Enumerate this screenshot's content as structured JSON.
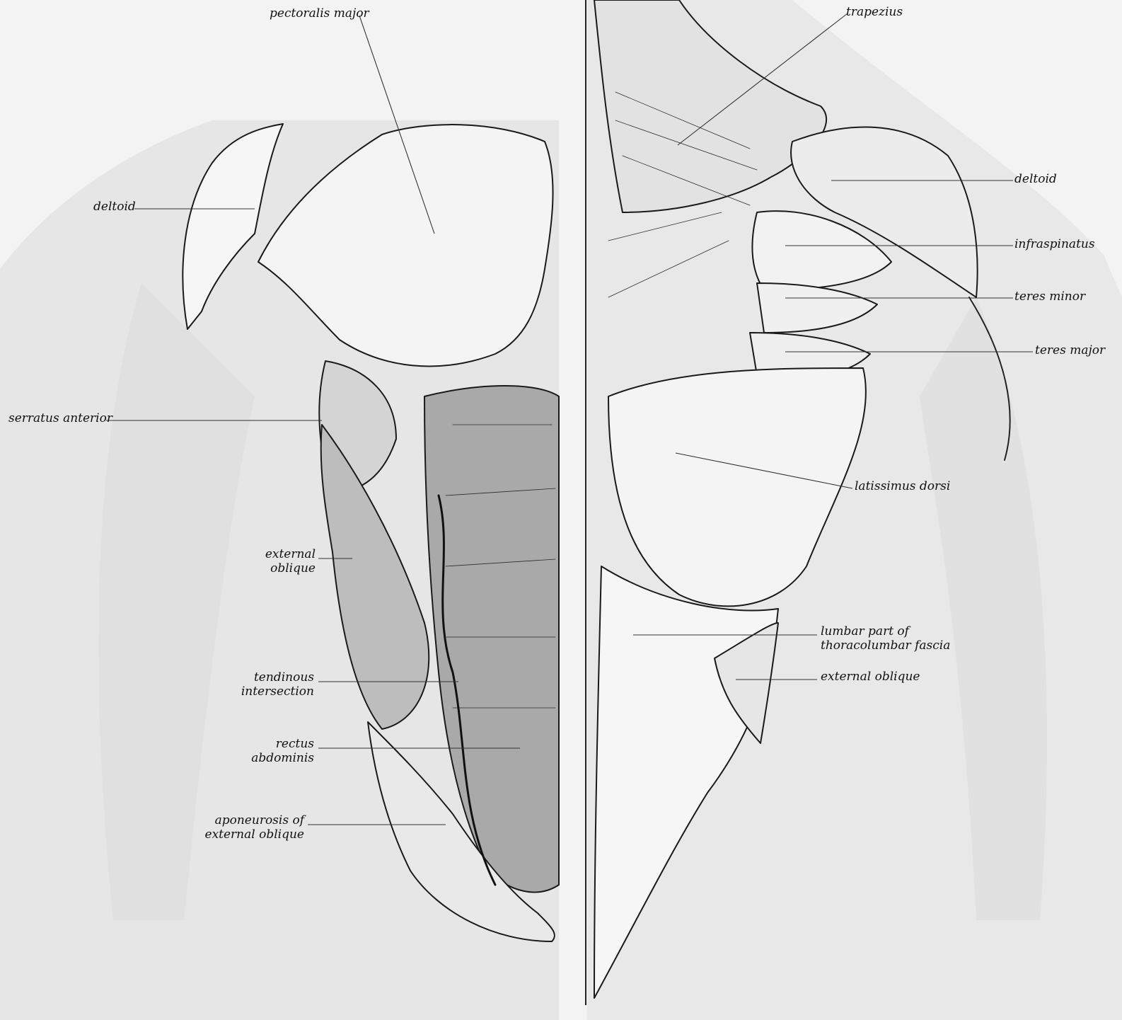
{
  "labels": {
    "pectoralis_major": "pectoralis major",
    "deltoid_front": "deltoid",
    "serratus_anterior": "serratus anterior",
    "external_oblique_front_1": "external",
    "external_oblique_front_2": "oblique",
    "tendinous_1": "tendinous",
    "tendinous_2": "intersection",
    "rectus_1": "rectus",
    "rectus_2": "abdominis",
    "aponeurosis_1": "aponeurosis of",
    "aponeurosis_2": "external oblique",
    "trapezius": "trapezius",
    "deltoid_back": "deltoid",
    "infraspinatus": "infraspinatus",
    "teres_minor": "teres minor",
    "teres_major": "teres major",
    "latissimus_dorsi": "latissimus dorsi",
    "lumbar_1": "lumbar part of",
    "lumbar_2": "thoracolumbar fascia",
    "external_oblique_back": "external oblique"
  },
  "colors": {
    "background": "#f3f3f3",
    "silhouette": "#e4e4e4",
    "ink": "#1a1a1a"
  }
}
